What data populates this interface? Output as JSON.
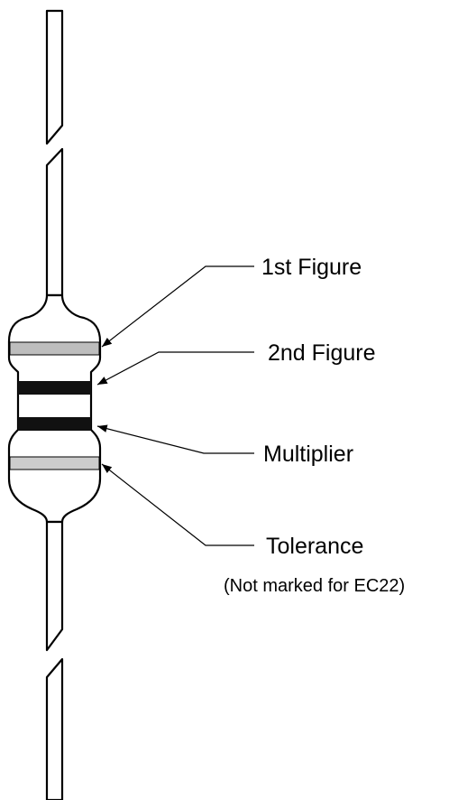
{
  "callouts": {
    "first_figure": "1st Figure",
    "second_figure": "2nd Figure",
    "multiplier": "Multiplier",
    "tolerance": "Tolerance",
    "tolerance_note": "(Not marked for EC22)"
  },
  "colors": {
    "outline": "#000000",
    "band_first_figure": "#bdbdbd",
    "band_second_figure": "#111111",
    "band_multiplier": "#111111",
    "band_tolerance": "#cccccc",
    "background": "#ffffff"
  }
}
